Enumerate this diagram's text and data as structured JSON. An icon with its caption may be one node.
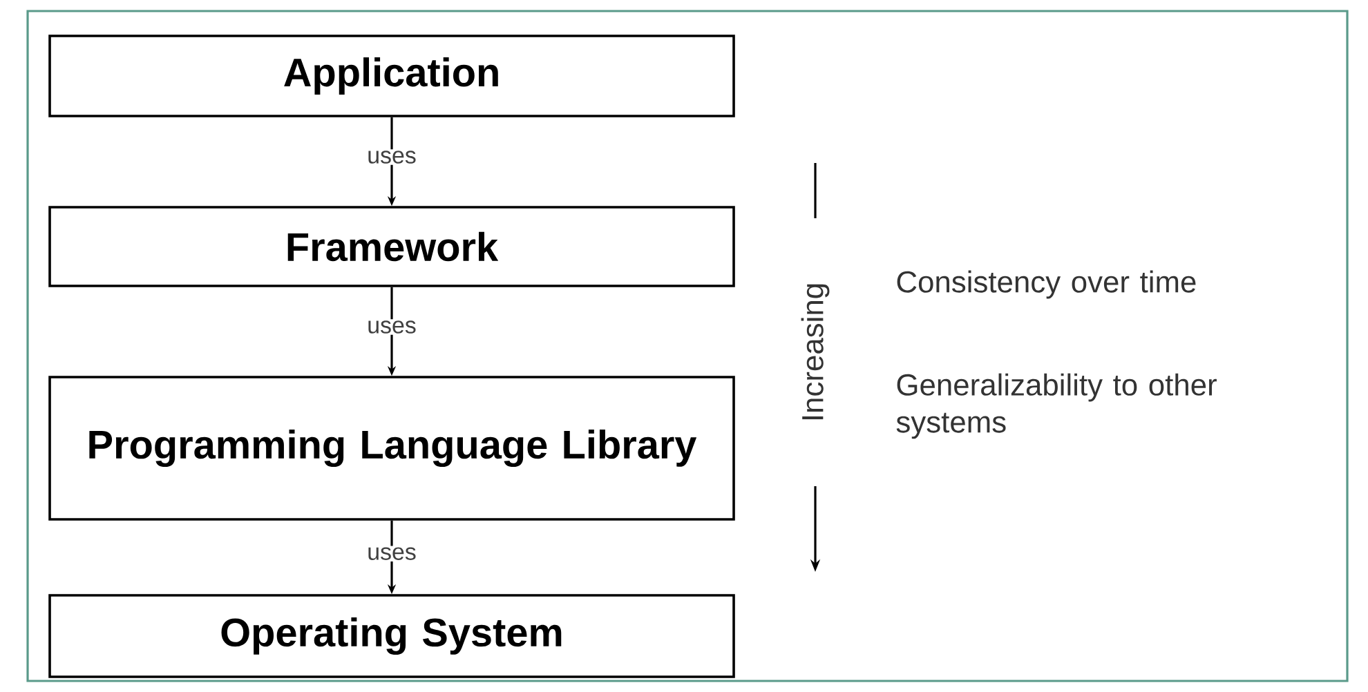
{
  "diagram": {
    "nodes": [
      {
        "text": [
          "Application"
        ]
      },
      {
        "text": [
          "Framework"
        ]
      },
      {
        "text": [
          "Programming Language Library"
        ]
      },
      {
        "text": [
          "Operating System"
        ]
      }
    ],
    "edges": [
      {
        "from": 0,
        "to": 1,
        "arrow": "to",
        "label": "uses"
      },
      {
        "from": 1,
        "to": 2,
        "arrow": "to",
        "label": "uses"
      },
      {
        "from": 2,
        "to": 3,
        "arrow": "to",
        "label": "uses"
      }
    ],
    "labels": [
      "Increasing",
      "Consistency over time",
      "Generalizability to other systems"
    ]
  }
}
